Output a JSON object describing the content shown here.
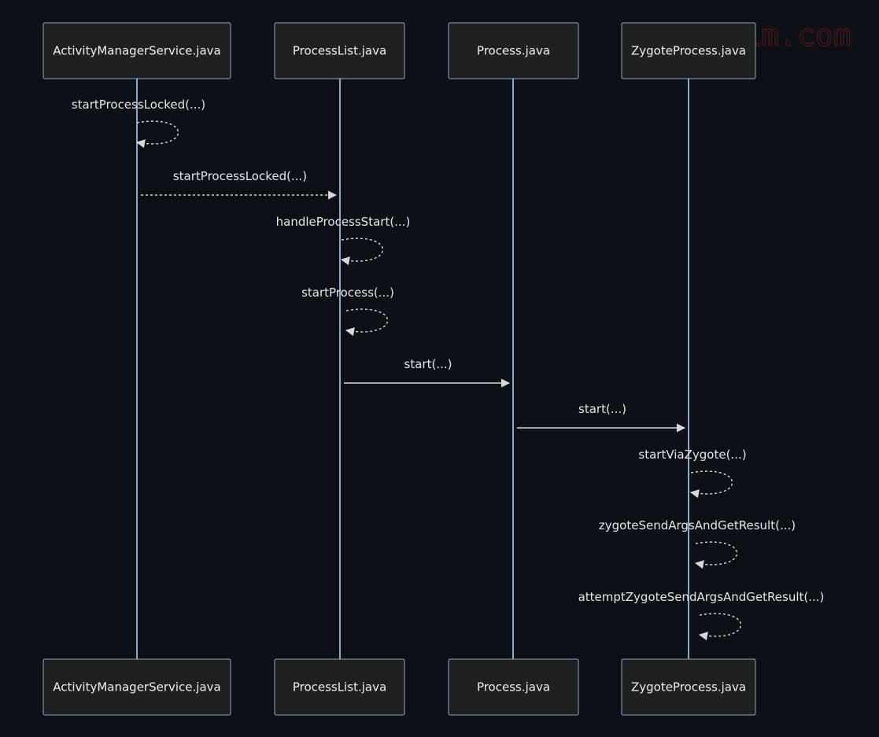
{
  "watermark": "chenjim.com",
  "participants": [
    {
      "id": "ams",
      "label": "ActivityManagerService.java"
    },
    {
      "id": "pl",
      "label": "ProcessList.java"
    },
    {
      "id": "proc",
      "label": "Process.java"
    },
    {
      "id": "zp",
      "label": "ZygoteProcess.java"
    }
  ],
  "messages": [
    {
      "from": "ams",
      "to": "ams",
      "label": "startProcessLocked(...)",
      "style": "dashed"
    },
    {
      "from": "ams",
      "to": "pl",
      "label": "startProcessLocked(...)",
      "style": "dashed"
    },
    {
      "from": "pl",
      "to": "pl",
      "label": "handleProcessStart(...)",
      "style": "dashed"
    },
    {
      "from": "pl",
      "to": "pl",
      "label": "startProcess(...)",
      "style": "dashed"
    },
    {
      "from": "pl",
      "to": "proc",
      "label": "start(...)",
      "style": "solid"
    },
    {
      "from": "proc",
      "to": "zp",
      "label": "start(...)",
      "style": "solid"
    },
    {
      "from": "zp",
      "to": "zp",
      "label": "startViaZygote(...)",
      "style": "dashed"
    },
    {
      "from": "zp",
      "to": "zp",
      "label": "zygoteSendArgsAndGetResult(...)",
      "style": "dashed"
    },
    {
      "from": "zp",
      "to": "zp",
      "label": "attemptZygoteSendArgsAndGetResult(...)",
      "style": "dashed"
    }
  ],
  "colors": {
    "background": "#0d1017",
    "actor_fill": "#1f2020",
    "actor_stroke": "#8ba9c8",
    "lifeline": "#8ba9c8",
    "message": "#d8d8d8",
    "text": "#eceff1",
    "watermark": "#6b1a1a"
  }
}
